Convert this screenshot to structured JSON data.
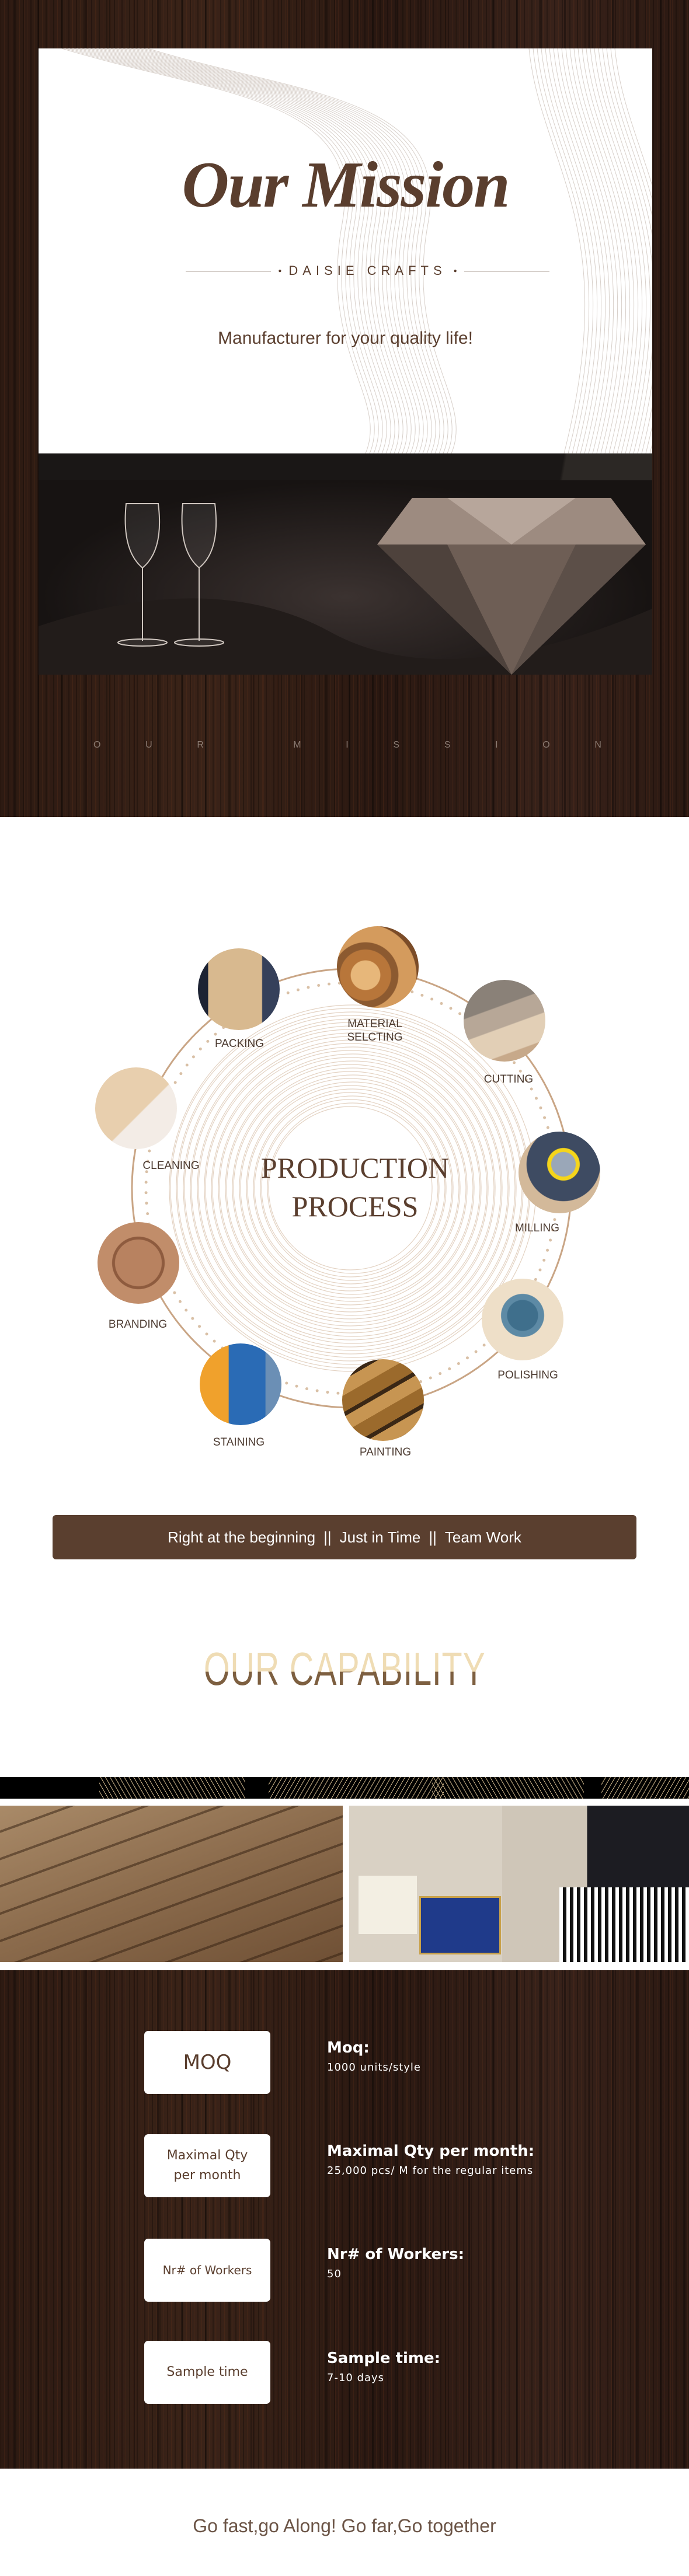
{
  "mission": {
    "title": "Our Mission",
    "brand": "DAISIE CRAFTS",
    "tagline": "Manufacturer for your quality life!",
    "spaced_letters": [
      "O",
      "U",
      "R",
      "",
      "M",
      "I",
      "S",
      "S",
      "I",
      "O",
      "N"
    ]
  },
  "process": {
    "title_line1": "PRODUCTION",
    "title_line2": "PROCESS",
    "steps": [
      {
        "label": "MATERIAL\nSELCTING"
      },
      {
        "label": "CUTTING"
      },
      {
        "label": "MILLING"
      },
      {
        "label": "POLISHING"
      },
      {
        "label": "PAINTING"
      },
      {
        "label": "STAINING"
      },
      {
        "label": "BRANDING"
      },
      {
        "label": "CLEANING"
      },
      {
        "label": "PACKING"
      }
    ],
    "motto": [
      "Right at the beginning",
      "||",
      "Just in Time",
      "||",
      "Team Work"
    ]
  },
  "capability": {
    "title": "OUR CAPABILITY",
    "items": [
      {
        "box": "MOQ",
        "title": "Moq:",
        "value": "1000 units/style"
      },
      {
        "box": "Maximal Qty per month",
        "title": "Maximal Qty per month:",
        "value": "25,000 pcs/ M for the regular items"
      },
      {
        "box": "Nr# of Workers",
        "title": "Nr# of Workers:",
        "value": "50"
      },
      {
        "box": "Sample time",
        "title": "Sample time:",
        "value": "7-10 days"
      }
    ]
  },
  "footer": "Go fast,go Along! Go far,Go together",
  "colors": {
    "brown": "#5a3e2e",
    "gold": "#efdcb4",
    "banner": "#5a3f2f"
  }
}
